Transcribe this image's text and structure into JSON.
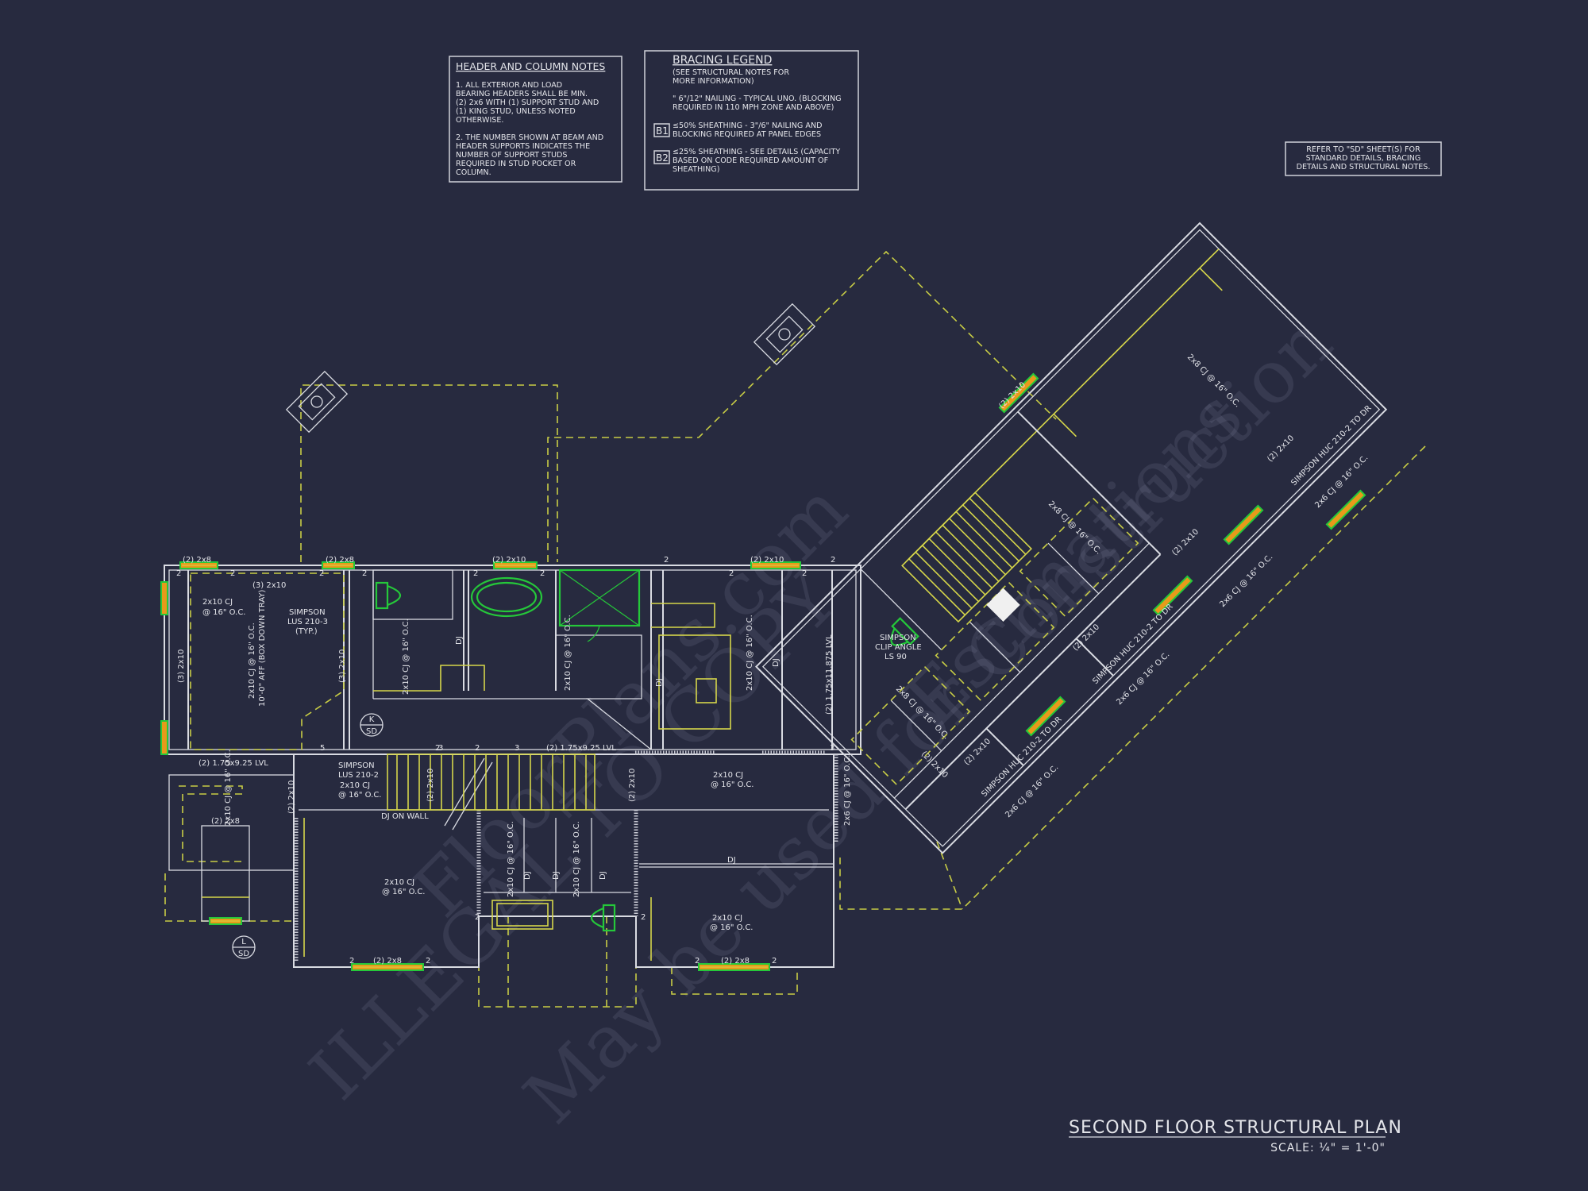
{
  "sheet": {
    "title": "SECOND FLOOR STRUCTURAL PLAN",
    "scale": "SCALE: ¼\" = 1'-0\""
  },
  "header_notes": {
    "heading": "HEADER AND COLUMN NOTES",
    "lines": [
      "1. ALL EXTERIOR AND LOAD",
      "BEARING HEADERS SHALL BE MIN.",
      "(2) 2x6 WITH (1) SUPPORT STUD AND",
      "(1) KING STUD, UNLESS NOTED",
      "OTHERWISE.",
      "2. THE NUMBER SHOWN AT BEAM AND",
      "HEADER SUPPORTS INDICATES THE",
      "NUMBER OF SUPPORT STUDS",
      "REQUIRED IN STUD POCKET OR",
      "COLUMN."
    ]
  },
  "bracing_legend": {
    "heading": "BRACING LEGEND",
    "sub": [
      "(SEE STRUCTURAL NOTES FOR",
      "MORE INFORMATION)"
    ],
    "typical": [
      "\" 6\"/12\" NAILING - TYPICAL UNO. (BLOCKING",
      "REQUIRED IN 110 MPH ZONE AND ABOVE)"
    ],
    "b1_tag": "B1",
    "b1": [
      "≤50% SHEATHING - 3\"/6\" NAILING AND",
      "BLOCKING REQUIRED AT PANEL EDGES"
    ],
    "b2_tag": "B2",
    "b2": [
      "≤25% SHEATHING - SEE DETAILS (CAPACITY",
      "BASED ON CODE REQUIRED AMOUNT OF",
      "SHEATHING)"
    ]
  },
  "refer_note": [
    "REFER TO \"SD\"  SHEET(S) FOR",
    "STANDARD DETAILS, BRACING",
    "DETAILS AND STRUCTURAL NOTES."
  ],
  "callouts": {
    "k": {
      "top": "K",
      "bottom": "SD"
    },
    "l": {
      "top": "L",
      "bottom": "SD"
    }
  },
  "labels": [
    "(2) 2x8",
    "(2) 2x8",
    "(2) 2x10",
    "(2) 2x10",
    "(3) 2x10",
    "2x10 CJ",
    "@ 16\" O.C.",
    "SIMPSON",
    "LUS 210-3",
    "(TYP.)",
    "2x10 CJ @ 16\" O.C.",
    "10'-0\" AFF (BOX DOWN TRAY)",
    "(3) 2x10",
    "(3) 2x10",
    "2x10 CJ @ 16\" O.C.",
    "DJ",
    "2x10 CJ @ 16\" O.C.",
    "DJ",
    "2x10 CJ @ 16\" O.C.",
    "DJ",
    "(2) 1.75x11.875 LVL",
    "(2) 1.75x9.25 LVL",
    "(2) 1.75x9.25 LVL",
    "SIMPSON",
    "LUS 210-2",
    "2x10 CJ",
    "@ 16\" O.C.",
    "(2) 2x10",
    "(2) 2x10",
    "2x10 CJ",
    "@ 16\" O.C.",
    "DJ ON WALL",
    "2x10 CJ @ 16\" O.C.",
    "(2) 2x8",
    "(2) 2x10",
    "DJ",
    "2x10 CJ",
    "@ 16\" O.C.",
    "2x10 CJ @ 16\" O.C.",
    "DJ",
    "DJ",
    "2x10 CJ @ 16\" O.C.",
    "DJ",
    "2x10 CJ",
    "@ 16\" O.C.",
    "(2) 2x8",
    "(2) 2x8",
    "2x8 CJ @ 16\" O.C.",
    "2x8 CJ @ 16\" O.C.",
    "(2) 2x10",
    "SIMPSON",
    "CLIP ANGLE",
    "LS 90",
    "2x8 CJ @ 16\" O.C.",
    "(2) 2x10",
    "SIMPSON HUC 210-2 TO DR",
    "2x6 CJ @ 16\" O.C.",
    "(2) 2x10",
    "(2) 2x10",
    "SIMPSON HUC 210-2 TO DR",
    "2x6 CJ @ 16\" O.C.",
    "(2) 2x10",
    "SIMPSON HUC 210-2 TO DR",
    "2x6 CJ @ 16\" O.C.",
    "(2) 2x10",
    "2x6 CJ @ 16\" O.C.",
    "2x6 CJ @ 16\" O.C."
  ],
  "stud_counts": [
    "2",
    "2",
    "2",
    "2",
    "2",
    "2",
    "2",
    "2",
    "2",
    "2",
    "3",
    "5",
    "2",
    "2",
    "3",
    "3",
    "2",
    "2",
    "2",
    "2",
    "2",
    "2"
  ],
  "watermark": [
    "ILLEGAL TO COPY",
    "FloorPlans.com",
    "May be used for Construction",
    "Estimations"
  ],
  "colors": {
    "background": "#272a3f",
    "walls": "#d9dbe2",
    "framing_yellow": "#d6d64a",
    "fixtures_green": "#25c83a",
    "header_orange": "#e89a1a"
  }
}
